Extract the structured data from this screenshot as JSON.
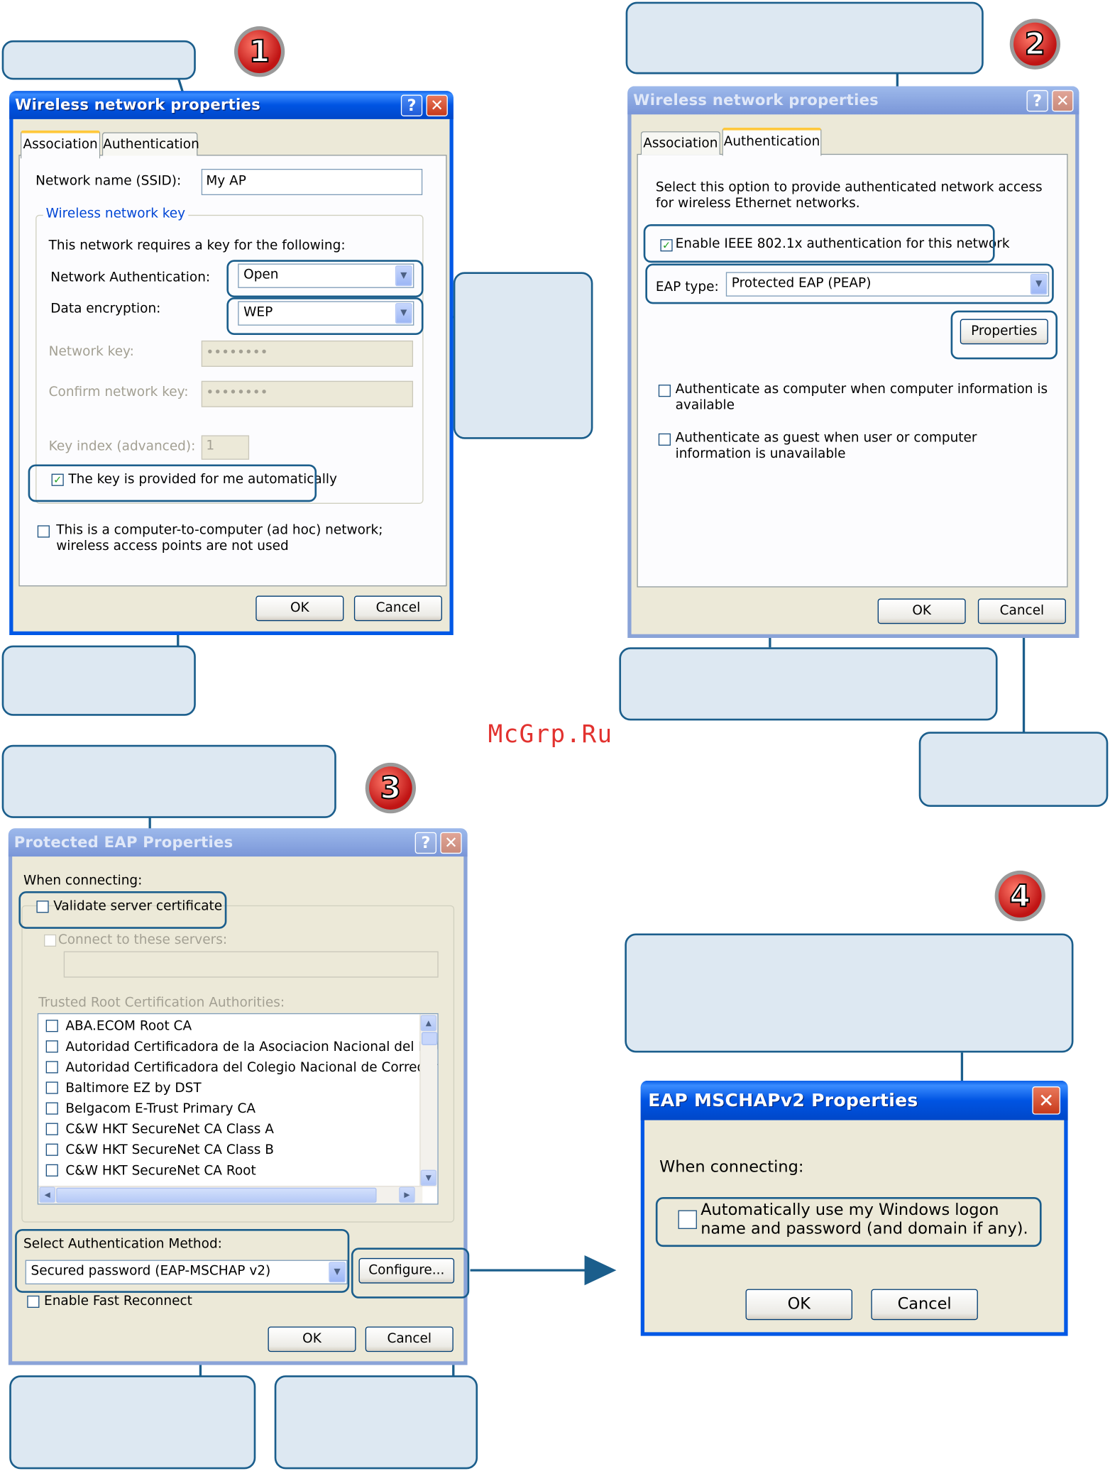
{
  "watermark": "McGrp.Ru",
  "badges": [
    "1",
    "2",
    "3",
    "4"
  ],
  "dialog1": {
    "title": "Wireless network properties",
    "tabs": [
      "Association",
      "Authentication"
    ],
    "network_name_label": "Network name (SSID):",
    "network_name_value": "My AP",
    "group_title": "Wireless network key",
    "requires_text": "This network requires a key for the following:",
    "auth_label": "Network Authentication:",
    "auth_value": "Open",
    "encryption_label": "Data encryption:",
    "encryption_value": "WEP",
    "network_key_label": "Network key:",
    "network_key_value": "••••••••",
    "confirm_key_label": "Confirm network key:",
    "confirm_key_value": "••••••••",
    "key_index_label": "Key index (advanced):",
    "key_index_value": "1",
    "auto_key_label": "The key is provided for me automatically",
    "adhoc_label": "This is a computer-to-computer (ad hoc) network; wireless access points are not used",
    "ok": "OK",
    "cancel": "Cancel"
  },
  "dialog2": {
    "title": "Wireless network properties",
    "tabs": [
      "Association",
      "Authentication"
    ],
    "description": "Select this option to provide authenticated network access for wireless Ethernet networks.",
    "enable_label": "Enable IEEE 802.1x authentication for this network",
    "eap_label": "EAP type:",
    "eap_value": "Protected EAP (PEAP)",
    "properties": "Properties",
    "auth_computer": "Authenticate as computer when computer information is available",
    "auth_guest": "Authenticate as guest when user or computer information is unavailable",
    "ok": "OK",
    "cancel": "Cancel"
  },
  "dialog3": {
    "title": "Protected EAP Properties",
    "when_connecting": "When connecting:",
    "validate": "Validate server certificate",
    "connect_servers": "Connect to these servers:",
    "trusted_root": "Trusted Root Certification Authorities:",
    "ca_list": [
      "ABA.ECOM Root CA",
      "Autoridad Certificadora de la Asociacion Nacional del Notaria",
      "Autoridad Certificadora del Colegio Nacional de Correduria P",
      "Baltimore EZ by DST",
      "Belgacom E-Trust Primary CA",
      "C&W HKT SecureNet CA Class A",
      "C&W HKT SecureNet CA Class B",
      "C&W HKT SecureNet CA Root"
    ],
    "select_method": "Select Authentication Method:",
    "method_value": "Secured password (EAP-MSCHAP v2)",
    "configure": "Configure...",
    "fast_reconnect": "Enable Fast Reconnect",
    "ok": "OK",
    "cancel": "Cancel"
  },
  "dialog4": {
    "title": "EAP MSCHAPv2 Properties",
    "when_connecting": "When connecting:",
    "auto_logon": "Automatically use my Windows logon name and password (and domain if any).",
    "ok": "OK",
    "cancel": "Cancel"
  },
  "colors": {
    "callout_fill": "#dde8f2",
    "callout_border": "#1b5e8c",
    "badge_red": "#d8231f",
    "watermark": "#e2322f",
    "xp_title": "#0058e6"
  }
}
